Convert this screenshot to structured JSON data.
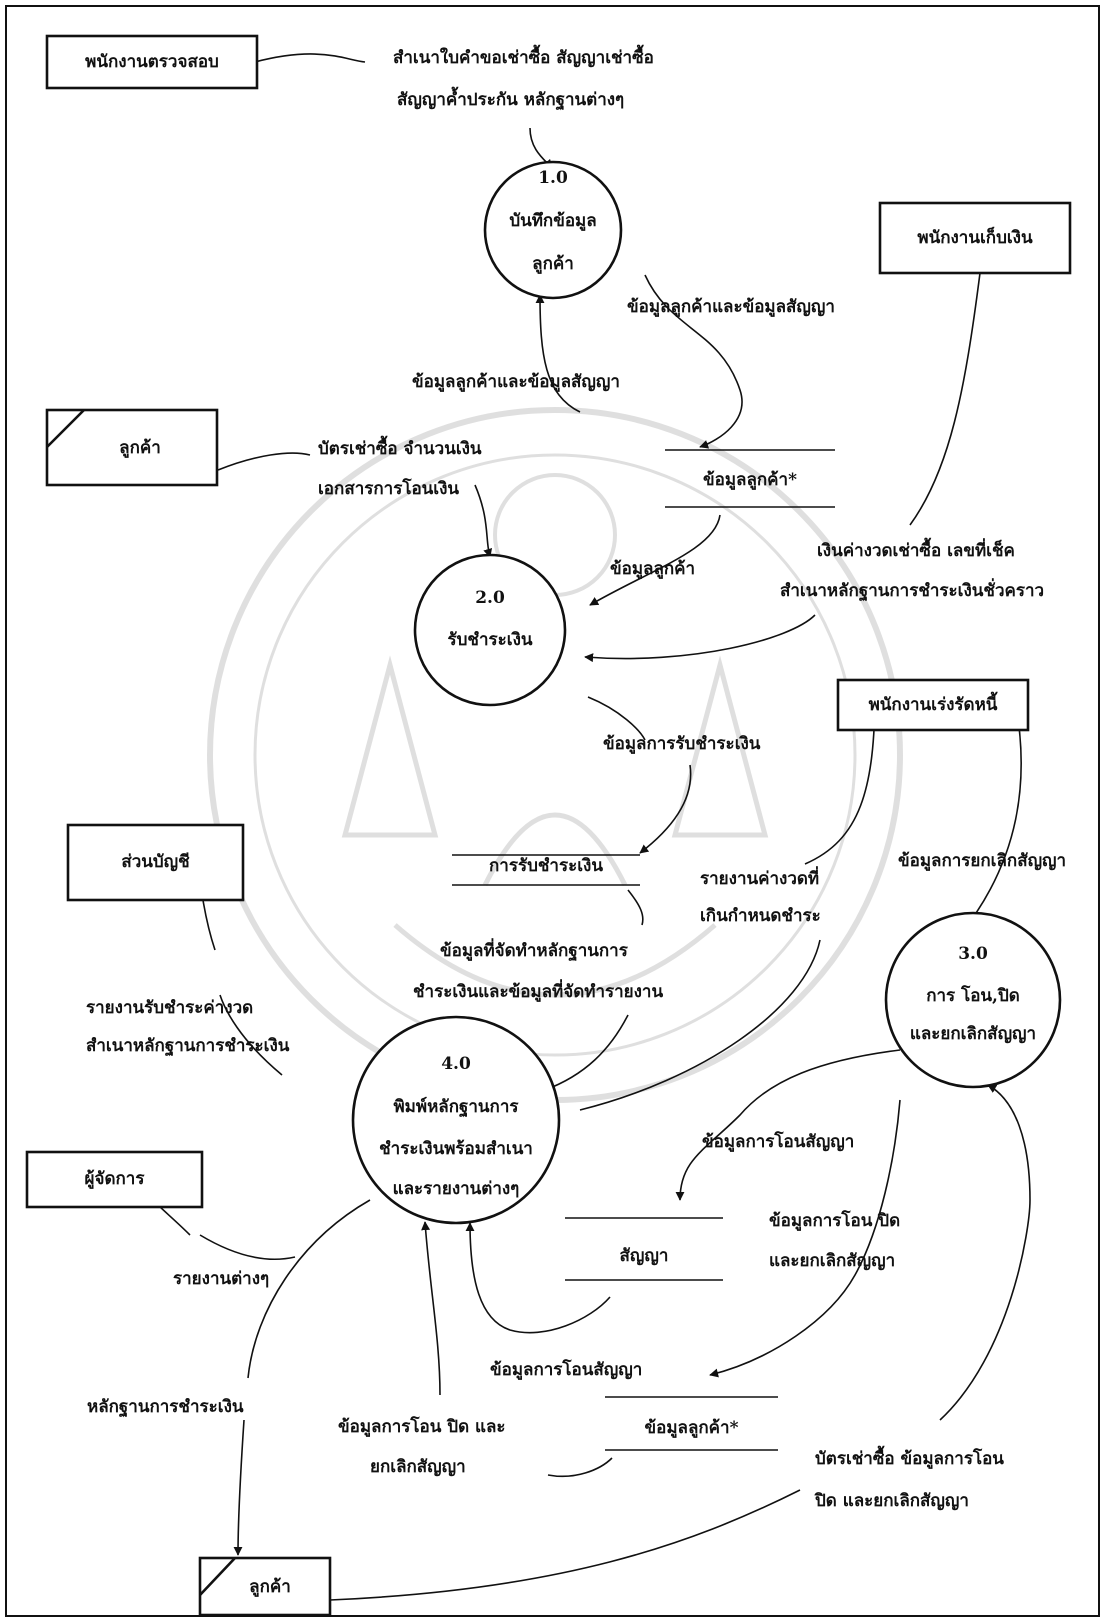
{
  "diagram": {
    "processes": [
      {
        "id": "p1",
        "number": "1.0",
        "lines": [
          "บันทึกข้อมูล",
          "ลูกค้า"
        ]
      },
      {
        "id": "p2",
        "number": "2.0",
        "lines": [
          "รับชำระเงิน"
        ]
      },
      {
        "id": "p3",
        "number": "3.0",
        "lines": [
          "การ โอน,ปิด",
          "และยกเลิกสัญญา"
        ]
      },
      {
        "id": "p4",
        "number": "4.0",
        "lines": [
          "พิมพ์หลักฐานการ",
          "ชำระเงินพร้อมสำเนา",
          "และรายงานต่างๆ"
        ]
      }
    ],
    "entities": {
      "inspector": "พนักงานตรวจสอบ",
      "collector": "พนักงานเก็บเงิน",
      "customer_top": "ลูกค้า",
      "debt_officer": "พนักงานเร่งรัดหนี้",
      "accounting": "ส่วนบัญชี",
      "manager": "ผู้จัดการ",
      "customer_bottom": "ลูกค้า"
    },
    "stores": {
      "customer_data_1": "ข้อมูลลูกค้า*",
      "payment_received": "การรับชำระเงิน",
      "contract": "สัญญา",
      "customer_data_2": "ข้อมูลลูกค้า*"
    },
    "flows": {
      "f_inspector": [
        "สำเนาใบคำขอเช่าซื้อ สัญญาเช่าซื้อ",
        "สัญญาค้ำประกัน หลักฐานต่างๆ"
      ],
      "f_p1_to_store": "ข้อมูลลูกค้าและข้อมูลสัญญา",
      "f_store_to_p1": "ข้อมูลลูกค้าและข้อมูลสัญญา",
      "f_customer_payment": [
        "บัตรเช่าซื้อ จำนวนเงิน",
        "เอกสารการโอนเงิน"
      ],
      "f_store_to_p2": "ข้อมูลลูกค้า",
      "f_collector_payment": [
        "เงินค่างวดเช่าซื้อ เลขที่เช็ค",
        "สำเนาหลักฐานการชำระเงินชั่วคราว"
      ],
      "f_payment_data": "ข้อมูลการรับชำระเงิน",
      "f_overdue": [
        "รายงานค่างวดที่",
        "เกินกำหนดชำระ"
      ],
      "f_cancel": "ข้อมูลการยกเลิกสัญญา",
      "f_receipt_data": [
        "ข้อมูลที่จัดทำหลักฐานการ",
        "ชำระเงินและข้อมูลที่จัดทำรายงาน"
      ],
      "f_accounting": [
        "รายงานรับชำระค่างวด",
        "สำเนาหลักฐานการชำระเงิน"
      ],
      "f_transfer_1": "ข้อมูลการโอนสัญญา",
      "f_transfer_close_1": [
        "ข้อมูลการโอน ปิด",
        "และยกเลิกสัญญา"
      ],
      "f_reports": "รายงานต่างๆ",
      "f_transfer_2": "ข้อมูลการโอนสัญญา",
      "f_receipt": "หลักฐานการชำระเงิน",
      "f_transfer_close_2": [
        "ข้อมูลการโอน ปิด และ",
        "ยกเลิกสัญญา"
      ],
      "f_customer_card": [
        "บัตรเช่าซื้อ ข้อมูลการโอน",
        "ปิด และยกเลิกสัญญา"
      ]
    }
  }
}
